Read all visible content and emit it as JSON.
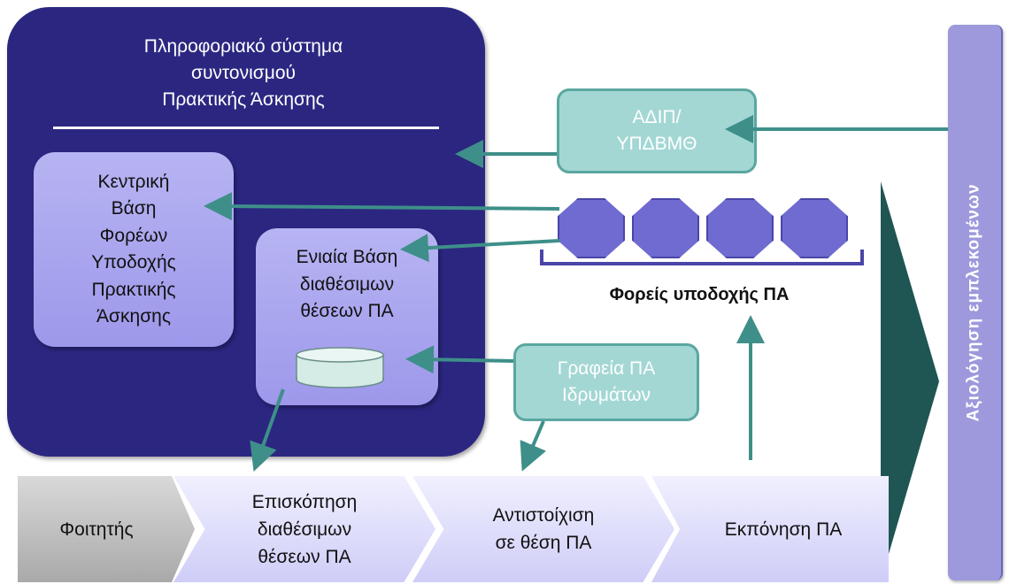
{
  "main_panel": {
    "title": "Πληροφοριακό σύστημα\nσυντονισμού\nΠρακτικής Άσκησης"
  },
  "central_db": {
    "label": "Κεντρική\nΒάση\nΦορέων\nΥποδοχής\nΠρακτικής\nΆσκησης"
  },
  "unified_db": {
    "label": "Ενιαία Βάση\nδιαθέσιμων\nθέσεων ΠΑ",
    "icon": "database-cylinder-icon"
  },
  "adip_box": {
    "label": "ΑΔΙΠ/\nΥΠΔΒΜΘ"
  },
  "hosts": {
    "count_icons": 4,
    "icon": "octagon-icon",
    "label": "Φορείς υποδοχής ΠΑ"
  },
  "offices_box": {
    "label": "Γραφεία ΠΑ\nΙδρυμάτων"
  },
  "process_steps": [
    {
      "label": "Φοιτητής"
    },
    {
      "label": "Επισκόπηση\nδιαθέσιμων\nθέσεων ΠΑ"
    },
    {
      "label": "Αντιστοίχιση\nσε θέση ΠΑ"
    },
    {
      "label": "Εκπόνηση ΠΑ"
    }
  ],
  "evaluation": {
    "label": "Αξιολόγηση εμπλεκομένων"
  },
  "colors": {
    "panel": "#2b2781",
    "lilac": "#a9a5ef",
    "teal_box": "#a3d7d4",
    "teal_arrow": "#3e8f89",
    "octagon": "#6f6bd0",
    "dark_triangle": "#1f5553",
    "side_bar": "#9d99dc"
  }
}
